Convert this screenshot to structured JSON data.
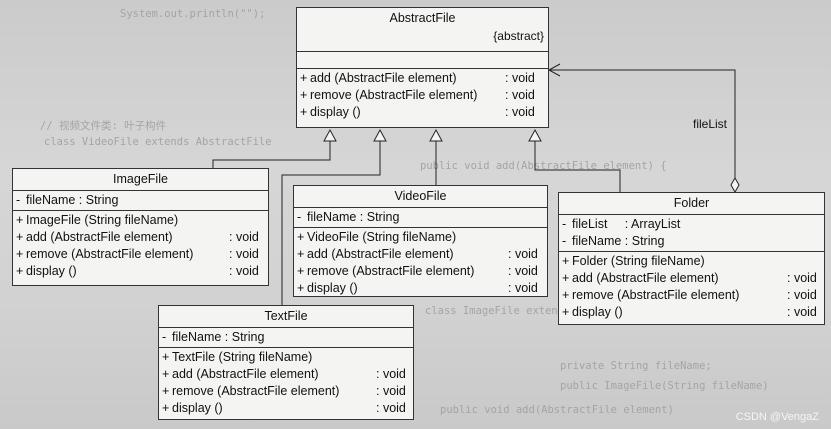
{
  "background_code": [
    "System.out.println(\"\");",
    "// 视频文件类: 叶子构件",
    "class VideoFile extends AbstractFile",
    "public void add(AbstractFile element) {",
    "class ImageFile extends AbstractFile",
    "private String fileName;",
    "public ImageFile(String fileName)",
    "public void add(AbstractFile element)"
  ],
  "classes": {
    "abstract_file": {
      "name": "AbstractFile",
      "stereotype": "{abstract}",
      "operations": [
        {
          "vis": "+",
          "sig": "add (AbstractFile element)",
          "ret": ": void"
        },
        {
          "vis": "+",
          "sig": "remove (AbstractFile element)",
          "ret": ": void"
        },
        {
          "vis": "+",
          "sig": "display ()",
          "ret": ": void"
        }
      ]
    },
    "image_file": {
      "name": "ImageFile",
      "attributes": [
        {
          "vis": "-",
          "sig": "fileName : String",
          "ret": ""
        }
      ],
      "operations": [
        {
          "vis": "+",
          "sig": "ImageFile (String fileName)",
          "ret": ""
        },
        {
          "vis": "+",
          "sig": "add (AbstractFile element)",
          "ret": ": void"
        },
        {
          "vis": "+",
          "sig": "remove (AbstractFile element)",
          "ret": ": void"
        },
        {
          "vis": "+",
          "sig": "display ()",
          "ret": ": void"
        }
      ]
    },
    "video_file": {
      "name": "VideoFile",
      "attributes": [
        {
          "vis": "-",
          "sig": "fileName : String",
          "ret": ""
        }
      ],
      "operations": [
        {
          "vis": "+",
          "sig": "VideoFile (String fileName)",
          "ret": ""
        },
        {
          "vis": "+",
          "sig": "add (AbstractFile element)",
          "ret": ": void"
        },
        {
          "vis": "+",
          "sig": "remove (AbstractFile element)",
          "ret": ": void"
        },
        {
          "vis": "+",
          "sig": "display ()",
          "ret": ": void"
        }
      ]
    },
    "text_file": {
      "name": "TextFile",
      "attributes": [
        {
          "vis": "-",
          "sig": "fileName : String",
          "ret": ""
        }
      ],
      "operations": [
        {
          "vis": "+",
          "sig": "TextFile (String fileName)",
          "ret": ""
        },
        {
          "vis": "+",
          "sig": "add (AbstractFile element)",
          "ret": ": void"
        },
        {
          "vis": "+",
          "sig": "remove (AbstractFile element)",
          "ret": ": void"
        },
        {
          "vis": "+",
          "sig": "display ()",
          "ret": ": void"
        }
      ]
    },
    "folder": {
      "name": "Folder",
      "attributes": [
        {
          "vis": "-",
          "sig": "fileList     : ArrayList",
          "ret": ""
        },
        {
          "vis": "-",
          "sig": "fileName : String",
          "ret": ""
        }
      ],
      "operations": [
        {
          "vis": "+",
          "sig": "Folder (String fileName)",
          "ret": ""
        },
        {
          "vis": "+",
          "sig": "add (AbstractFile element)",
          "ret": ": void"
        },
        {
          "vis": "+",
          "sig": "remove (AbstractFile element)",
          "ret": ": void"
        },
        {
          "vis": "+",
          "sig": "display ()",
          "ret": ": void"
        }
      ]
    }
  },
  "association_label": "fileList",
  "watermark": "CSDN @VengaZ"
}
